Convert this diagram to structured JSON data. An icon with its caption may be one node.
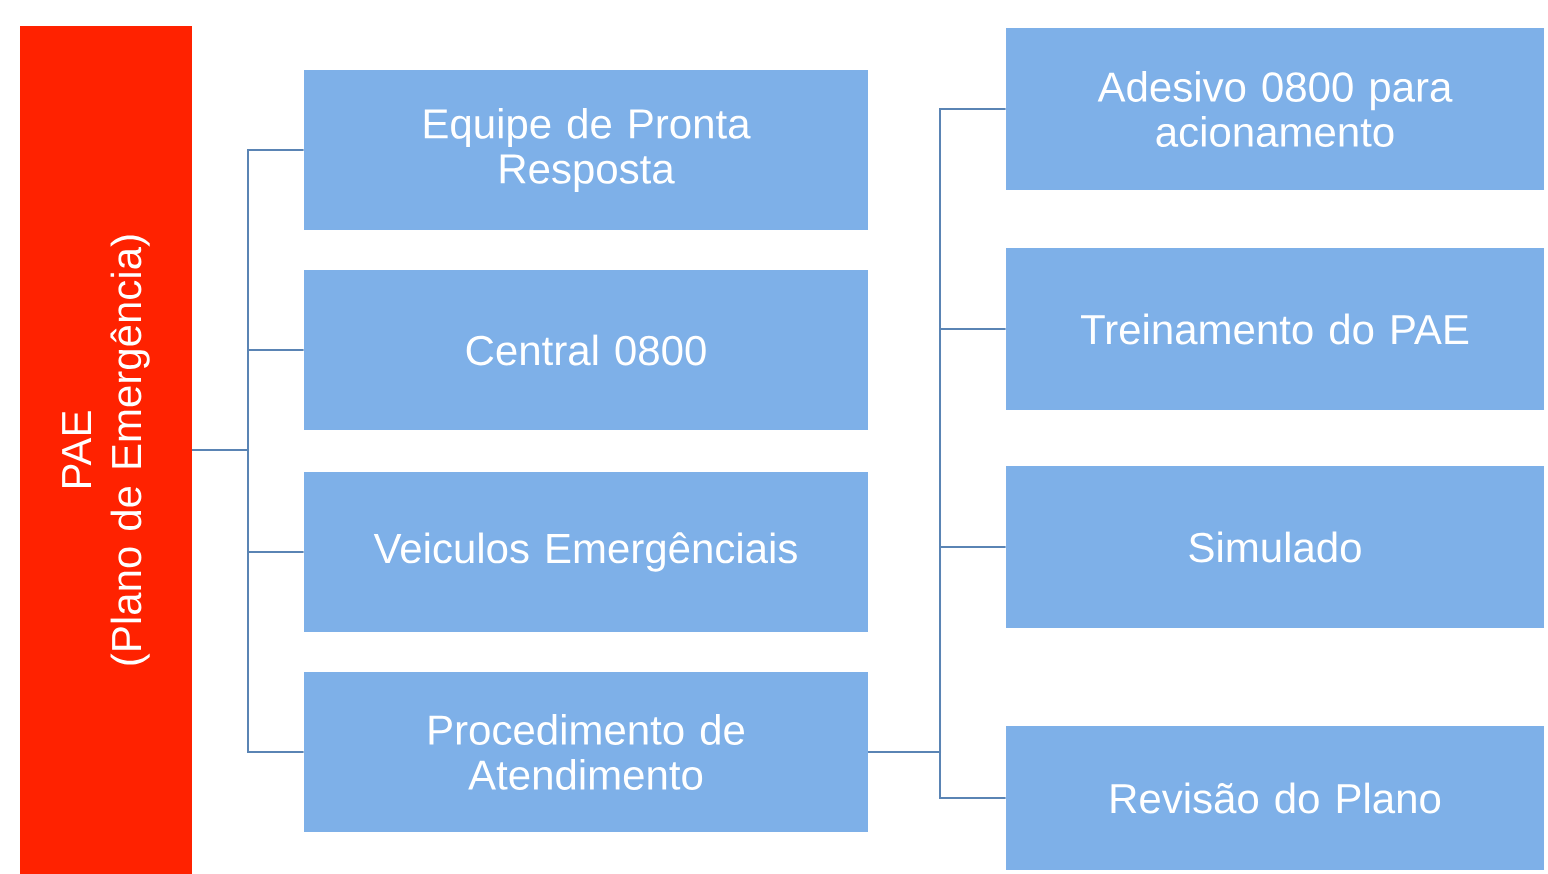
{
  "diagram": {
    "nodes": [
      {
        "text": [
          "PAE",
          "(Plano de Emergência)"
        ]
      },
      {
        "text": [
          "Equipe de Pronta Resposta"
        ]
      },
      {
        "text": [
          "Central 0800"
        ]
      },
      {
        "text": [
          "Veiculos Emergênciais"
        ]
      },
      {
        "text": [
          "Procedimento de Atendimento"
        ]
      },
      {
        "text": [
          "Adesivo 0800 para acionamento"
        ]
      },
      {
        "text": [
          "Treinamento do PAE"
        ]
      },
      {
        "text": [
          "Simulado"
        ]
      },
      {
        "text": [
          "Revisão do Plano"
        ]
      }
    ],
    "edges": [
      {
        "from": 0,
        "to": 1,
        "arrow": "none"
      },
      {
        "from": 0,
        "to": 2,
        "arrow": "none"
      },
      {
        "from": 0,
        "to": 3,
        "arrow": "none"
      },
      {
        "from": 0,
        "to": 4,
        "arrow": "none"
      },
      {
        "from": 4,
        "to": 5,
        "arrow": "none"
      },
      {
        "from": 4,
        "to": 6,
        "arrow": "none"
      },
      {
        "from": 4,
        "to": 7,
        "arrow": "none"
      },
      {
        "from": 4,
        "to": 8,
        "arrow": "none"
      }
    ]
  }
}
